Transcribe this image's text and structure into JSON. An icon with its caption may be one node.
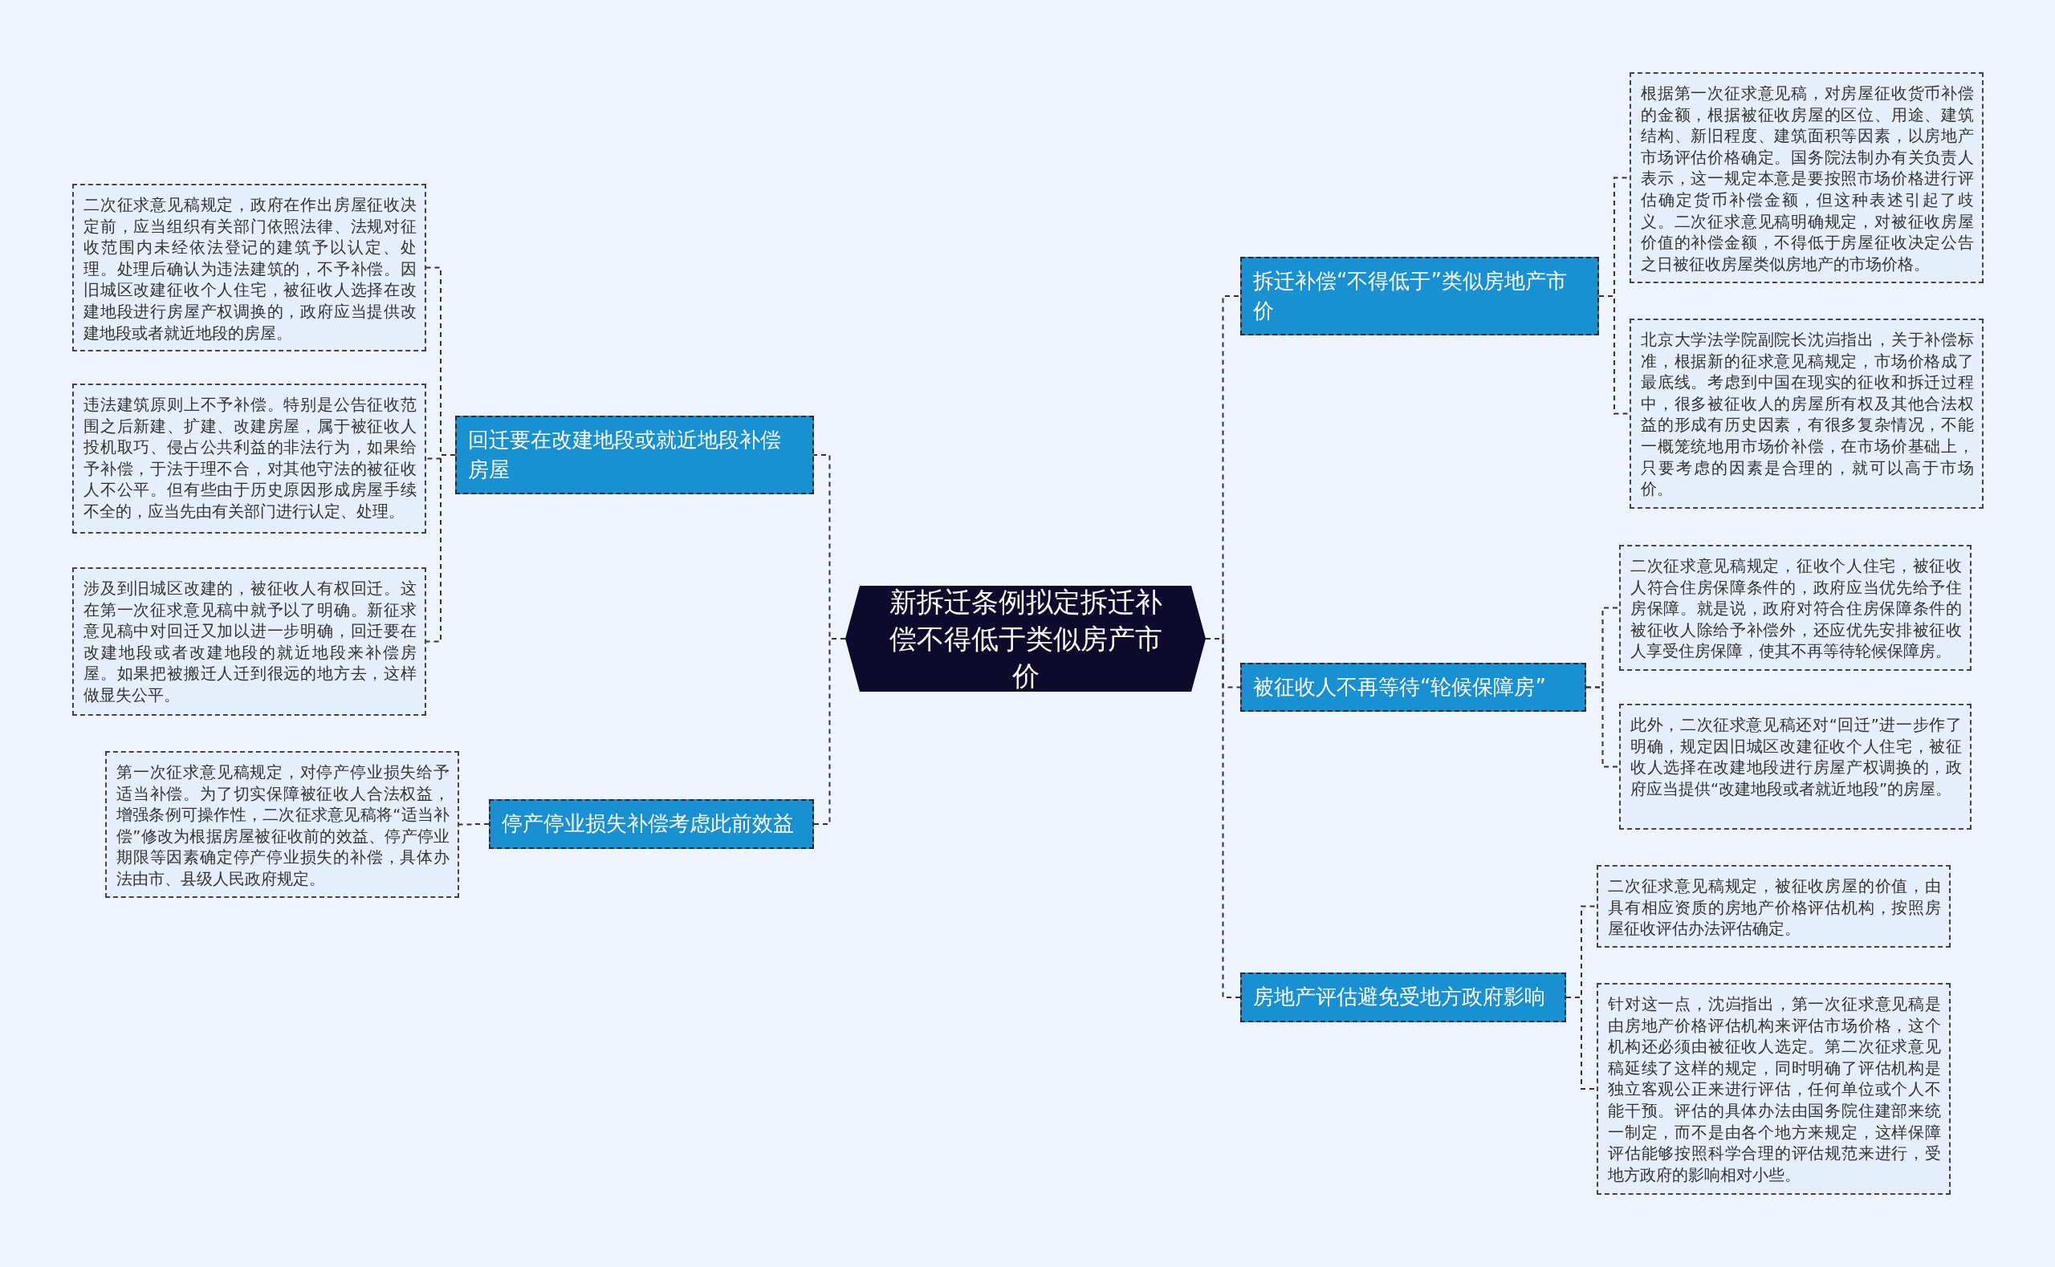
{
  "diagram": {
    "nodes": [
      {
        "text": [
          "新拆迁条例拟定拆迁补偿不得低于类似房产市价"
        ]
      },
      {
        "text": [
          "回迁要在改建地段或就近地段补偿房屋"
        ]
      },
      {
        "text": [
          "停产停业损失补偿考虑此前效益"
        ]
      },
      {
        "text": [
          "拆迁补偿“不得低于”类似房地产市价"
        ]
      },
      {
        "text": [
          "被征收人不再等待“轮候保障房”"
        ]
      },
      {
        "text": [
          "房地产评估避免受地方政府影响"
        ]
      },
      {
        "text": [
          "二次征求意见稿规定，政府在作出房屋征收决定前，应当组织有关部门依照法律、法规对征收范围内未经依法登记的建筑予以认定、处理。处理后确认为违法建筑的，不予补偿。因旧城区改建征收个人住宅，被征收人选择在改建地段进行房屋产权调换的，政府应当提供改建地段或者就近地段的房屋。"
        ]
      },
      {
        "text": [
          "违法建筑原则上不予补偿。特别是公告征收范围之后新建、扩建、改建房屋，属于被征收人投机取巧、侵占公共利益的非法行为，如果给予补偿，于法于理不合，对其他守法的被征收人不公平。但有些由于历史原因形成房屋手续不全的，应当先由有关部门进行认定、处理。"
        ]
      },
      {
        "text": [
          "涉及到旧城区改建的，被征收人有权回迁。这在第一次征求意见稿中就予以了明确。新征求意见稿中对回迁又加以进一步明确，回迁要在改建地段或者改建地段的就近地段来补偿房屋。如果把被搬迁人迁到很远的地方去，这样做显失公平。"
        ]
      },
      {
        "text": [
          "第一次征求意见稿规定，对停产停业损失给予适当补偿。为了切实保障被征收人合法权益，增强条例可操作性，二次征求意见稿将“适当补偿”修改为根据房屋被征收前的效益、停产停业期限等因素确定停产停业损失的补偿，具体办法由市、县级人民政府规定。"
        ]
      },
      {
        "text": [
          "根据第一次征求意见稿，对房屋征收货币补偿的金额，根据被征收房屋的区位、用途、建筑结构、新旧程度、建筑面积等因素，以房地产市场评估价格确定。国务院法制办有关负责人表示，这一规定本意是要按照市场价格进行评估确定货币补偿金额，但这种表述引起了歧义。二次征求意见稿明确规定，对被征收房屋价值的补偿金额，不得低于房屋征收决定公告之日被征收房屋类似房地产的市场价格。"
        ]
      },
      {
        "text": [
          "北京大学法学院副院长沈岿指出，关于补偿标准，根据新的征求意见稿规定，市场价格成了最底线。考虑到中国在现实的征收和拆迁过程中，很多被征收人的房屋所有权及其他合法权益的形成有历史因素，有很多复杂情况，不能一概笼统地用市场价补偿，在市场价基础上，只要考虑的因素是合理的，就可以高于市场价。"
        ]
      },
      {
        "text": [
          "二次征求意见稿规定，征收个人住宅，被征收人符合住房保障条件的，政府应当优先给予住房保障。就是说，政府对符合住房保障条件的被征收人除给予补偿外，还应优先安排被征收人享受住房保障，使其不再等待轮候保障房。"
        ]
      },
      {
        "text": [
          "此外，二次征求意见稿还对“回迁”进一步作了明确，规定因旧城区改建征收个人住宅，被征收人选择在改建地段进行房屋产权调换的，政府应当提供“改建地段或者就近地段”的房屋。"
        ]
      },
      {
        "text": [
          "二次征求意见稿规定，被征收房屋的价值，由具有相应资质的房地产价格评估机构，按照房屋征收评估办法评估确定。"
        ]
      },
      {
        "text": [
          "针对这一点，沈岿指出，第一次征求意见稿是由房地产价格评估机构来评估市场价格，这个机构还必须由被征收人选定。第二次征求意见稿延续了这样的规定，同时明确了评估机构是独立客观公正来进行评估，任何单位或个人不能干预。评估的具体办法由国务院住建部来统一制定，而不是由各个地方来规定，这样保障评估能够按照科学合理的评估规范来进行，受地方政府的影响相对小些。"
        ]
      }
    ],
    "edges": [
      {
        "from": 0,
        "to": 1,
        "arrow": "none",
        "style": "dashed"
      },
      {
        "from": 0,
        "to": 2,
        "arrow": "none",
        "style": "dashed"
      },
      {
        "from": 0,
        "to": 3,
        "arrow": "none",
        "style": "dashed"
      },
      {
        "from": 0,
        "to": 4,
        "arrow": "none",
        "style": "dashed"
      },
      {
        "from": 0,
        "to": 5,
        "arrow": "none",
        "style": "dashed"
      },
      {
        "from": 1,
        "to": 6,
        "arrow": "none",
        "style": "dashed"
      },
      {
        "from": 1,
        "to": 7,
        "arrow": "none",
        "style": "dashed"
      },
      {
        "from": 1,
        "to": 8,
        "arrow": "none",
        "style": "dashed"
      },
      {
        "from": 2,
        "to": 9,
        "arrow": "none",
        "style": "dashed"
      },
      {
        "from": 3,
        "to": 10,
        "arrow": "none",
        "style": "dashed"
      },
      {
        "from": 3,
        "to": 11,
        "arrow": "none",
        "style": "dashed"
      },
      {
        "from": 4,
        "to": 12,
        "arrow": "none",
        "style": "dashed"
      },
      {
        "from": 4,
        "to": 13,
        "arrow": "none",
        "style": "dashed"
      },
      {
        "from": 5,
        "to": 14,
        "arrow": "none",
        "style": "dashed"
      },
      {
        "from": 5,
        "to": 15,
        "arrow": "none",
        "style": "dashed"
      }
    ]
  }
}
